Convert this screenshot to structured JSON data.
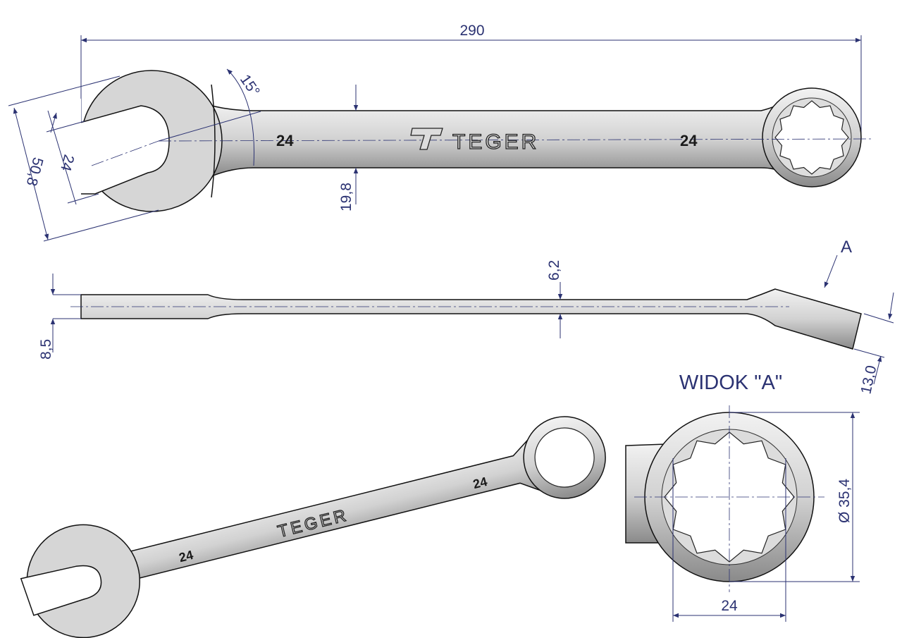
{
  "drawing": {
    "brand": "TEGER",
    "size_mark": "24",
    "dimensions": {
      "overall_length": "290",
      "head_angle": "15°",
      "jaw_opening": "24",
      "head_width": "50,8",
      "shank_width": "19,8",
      "shank_thickness": "6,2",
      "open_end_thickness": "8,5",
      "ring_thickness": "13,0",
      "ring_diameter": "Ø 35,4",
      "ring_across_flats": "24"
    },
    "view_arrow_label": "A",
    "view_title": "WIDOK \"A\"",
    "colors": {
      "dimension": "#2b3272",
      "steel": "#c9c9c9"
    }
  }
}
